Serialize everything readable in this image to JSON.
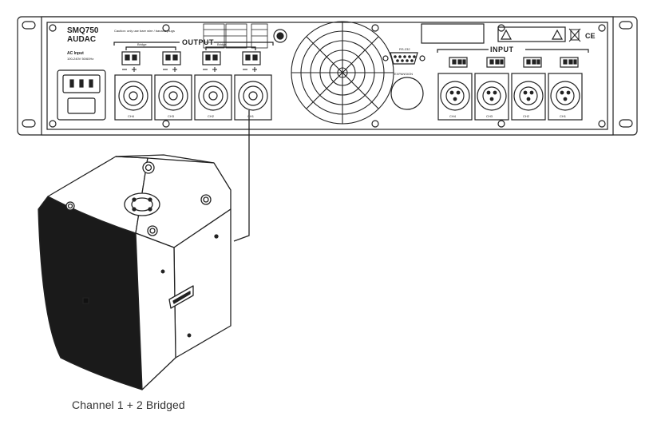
{
  "amplifier": {
    "model": "SMQ750",
    "brand": "AUDAC",
    "warning_text": "Caution: only use bare wire / banana plugs",
    "ac_input_label": "AC Input",
    "ac_input_detail": "100-240V 50/60Hz",
    "output_title": "OUTPUT",
    "input_title": "INPUT",
    "bridge_label": "Bridge",
    "rs232_label": "RS-232",
    "expansion_label": "EXPANSION",
    "speakon_channels": [
      "CH4",
      "CH3",
      "CH2",
      "CH1"
    ],
    "xlr_channels": [
      "CH4",
      "CH3",
      "CH2",
      "CH1"
    ],
    "ce_mark": "CE"
  },
  "caption": "Channel 1 + 2 Bridged",
  "colors": {
    "line": "#222222",
    "panel": "#ffffff",
    "grille": "#1a1a1a",
    "caption": "#333333"
  }
}
